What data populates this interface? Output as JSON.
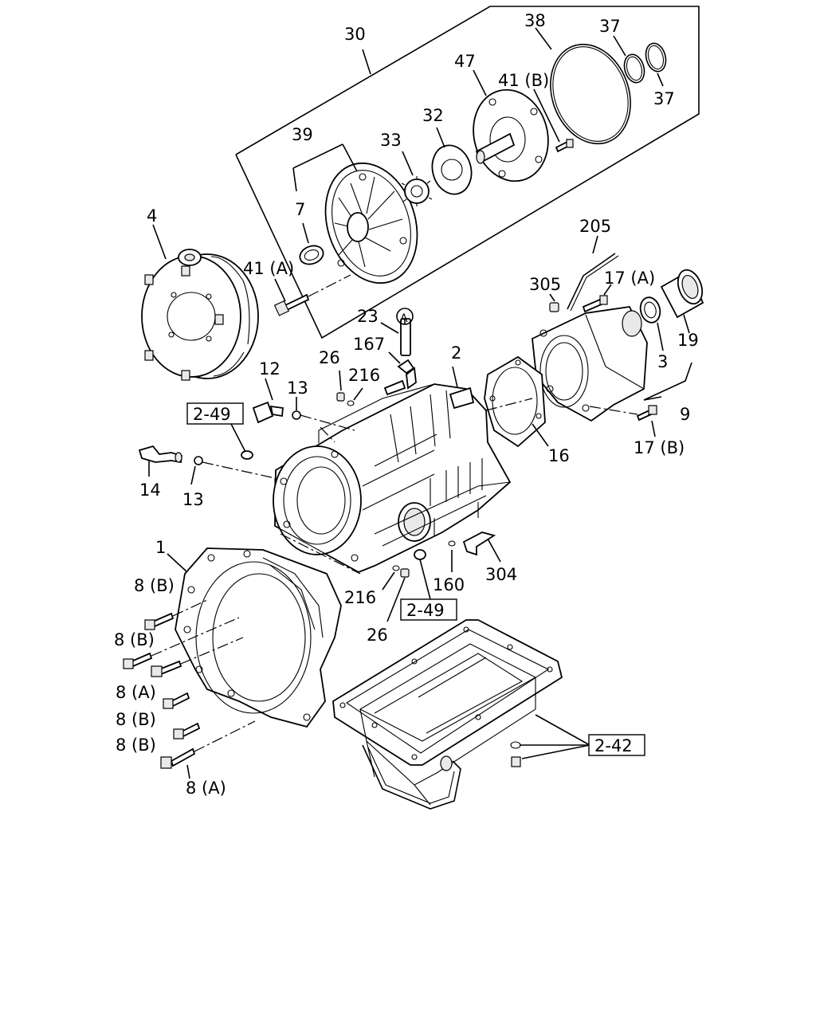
{
  "labels": {
    "l30": "30",
    "l38": "38",
    "l37a": "37",
    "l37b": "37",
    "l47": "47",
    "l41b": "41 (B)",
    "l32": "32",
    "l33": "33",
    "l39": "39",
    "l7": "7",
    "l4": "4",
    "l41a": "41 (A)",
    "l205": "205",
    "l305": "305",
    "l17a": "17 (A)",
    "l19": "19",
    "l3": "3",
    "l9": "9",
    "l17b": "17 (B)",
    "l23": "23",
    "lA": "A",
    "l167": "167",
    "l26a": "26",
    "l2": "2",
    "l216a": "216",
    "l12": "12",
    "l13a": "13",
    "l249a": "2-49",
    "l14": "14",
    "l13b": "13",
    "l16": "16",
    "l1": "1",
    "l8b1": "8 (B)",
    "l8b2": "8 (B)",
    "l8a1": "8 (A)",
    "l8b3": "8 (B)",
    "l8b4": "8 (B)",
    "l8a2": "8 (A)",
    "l216b": "216",
    "l26b": "26",
    "l249b": "2-49",
    "l160": "160",
    "l304": "304",
    "l242": "2-42"
  }
}
